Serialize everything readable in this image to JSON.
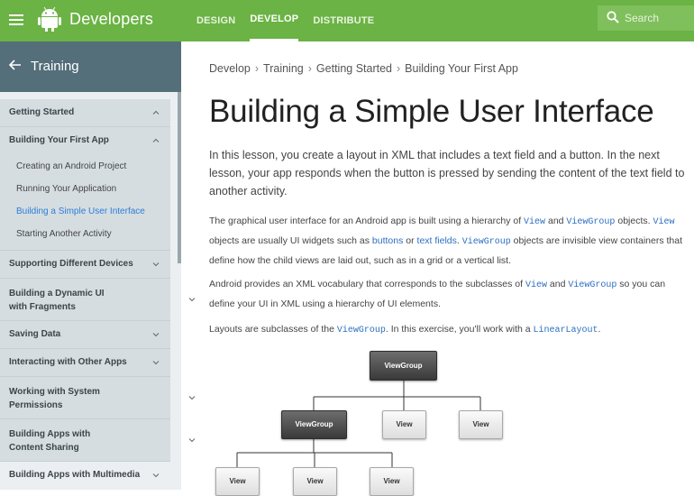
{
  "header": {
    "brand": "Developers",
    "tabs": [
      "DESIGN",
      "DEVELOP",
      "DISTRIBUTE"
    ],
    "active_tab": "DEVELOP",
    "search_placeholder": "Search",
    "color": "#6ab344"
  },
  "sidebar": {
    "title": "Training",
    "items": [
      {
        "label": "Getting Started",
        "type": "section",
        "chevron": "up"
      },
      {
        "label": "Building Your First App",
        "type": "section",
        "chevron": "up"
      },
      {
        "label": "Creating an Android Project",
        "type": "sub"
      },
      {
        "label": "Running Your Application",
        "type": "sub"
      },
      {
        "label": "Building a Simple User Interface",
        "type": "sub",
        "active": true
      },
      {
        "label": "Starting Another Activity",
        "type": "sub"
      },
      {
        "label": "Supporting Different Devices",
        "type": "section",
        "chevron": "down"
      },
      {
        "label": "Building a Dynamic UI with Fragments",
        "type": "section",
        "chevron": "down"
      },
      {
        "label": "Saving Data",
        "type": "section",
        "chevron": "down"
      },
      {
        "label": "Interacting with Other Apps",
        "type": "section",
        "chevron": "down"
      },
      {
        "label": "Working with System Permissions",
        "type": "section",
        "chevron": "down"
      },
      {
        "label": "Building Apps with Content Sharing",
        "type": "section",
        "chevron": "down"
      },
      {
        "label": "Building Apps with Multimedia",
        "type": "section",
        "chevron": "down"
      }
    ]
  },
  "breadcrumb": [
    "Develop",
    "Training",
    "Getting Started",
    "Building Your First App"
  ],
  "page_title": "Building a Simple User Interface",
  "intro": "In this lesson, you create a layout in XML that includes a text field and a button. In the next lesson, your app responds when the button is pressed by sending the content of the text field to another activity.",
  "p1": {
    "t1": "The graphical user interface for an Android app is built using a hierarchy of ",
    "c1": "View",
    "t2": " and ",
    "c2": "ViewGroup",
    "t3": " objects. ",
    "c3": "View",
    "t4": " objects are usually UI widgets such as ",
    "l1": "buttons",
    "t5": " or ",
    "l2": "text fields",
    "t6": ". ",
    "c4": "ViewGroup",
    "t7": " objects are invisible view containers that define how the child views are laid out, such as in a grid or a vertical list."
  },
  "p2": {
    "t1": "Android provides an XML vocabulary that corresponds to the subclasses of ",
    "c1": "View",
    "t2": " and ",
    "c2": "ViewGroup",
    "t3": " so you can define your UI in XML using a hierarchy of UI elements."
  },
  "p3": {
    "t1": "Layouts are subclasses of the ",
    "c1": "ViewGroup",
    "t2": ". In this exercise, you'll work with a ",
    "c2": "LinearLayout",
    "t3": "."
  },
  "diagram": {
    "root": "ViewGroup",
    "level2": [
      "ViewGroup",
      "View",
      "View"
    ],
    "level3": [
      "View",
      "View",
      "View"
    ]
  }
}
